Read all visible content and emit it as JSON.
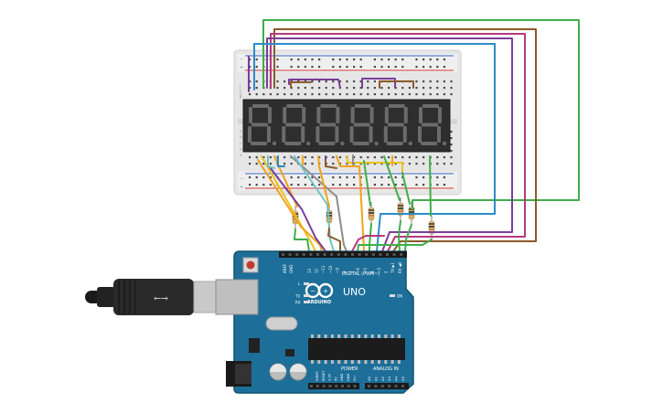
{
  "arduino": {
    "logo_text": "ARDUINO",
    "model": "UNO",
    "digital_header": "DIGITAL (PWM~)",
    "power_header": "POWER",
    "analog_header": "ANALOG IN",
    "aref": "AREF",
    "gnd": "GND",
    "tx": "TX",
    "rx": "RX",
    "l": "L",
    "on": "ON",
    "tx_pin": "TX ▶1",
    "rx_pin": "RX ◀0",
    "digital_pins": [
      "13",
      "12",
      "~11",
      "~10",
      "~9",
      "8",
      "7",
      "~6",
      "~5",
      "4",
      "~3",
      "2"
    ],
    "power_pins": [
      "IOREF",
      "RESET",
      "3.3V",
      "5V",
      "GND",
      "GND",
      "Vin"
    ],
    "analog_pins": [
      "A0",
      "A1",
      "A2",
      "A3",
      "A4",
      "A5"
    ]
  },
  "breadboard": {
    "row_letters_top": [
      "j",
      "i",
      "h",
      "g",
      "f"
    ],
    "row_letters_bottom": [
      "e",
      "d",
      "c",
      "b",
      "a"
    ],
    "rail_minus": "−",
    "rail_plus": "+"
  },
  "display": {
    "digits": [
      "8.",
      "8.",
      "8.",
      "8.",
      "8.",
      "8."
    ]
  },
  "colors": {
    "board_blue": "#1d6f99",
    "board_edge": "#13536f",
    "breadboard": "#e8e8e8",
    "display_body": "#2b2b2b",
    "segment_off": "#6b6b6b",
    "wire_green": "#3fae4a",
    "wire_purple": "#7a3e97",
    "wire_magenta": "#b5397e",
    "wire_brown": "#8b5a2b",
    "wire_blue": "#2a8ccb",
    "wire_orange": "#f0a21a",
    "wire_yellow": "#e8c21d",
    "wire_gray": "#8c8c8c",
    "wire_teal": "#6fc2c7",
    "resistor_body": "#d9bf8a"
  },
  "icons": [
    "usb-cable-icon",
    "reset-button-icon",
    "dc-jack-icon",
    "infinity-logo-icon"
  ]
}
